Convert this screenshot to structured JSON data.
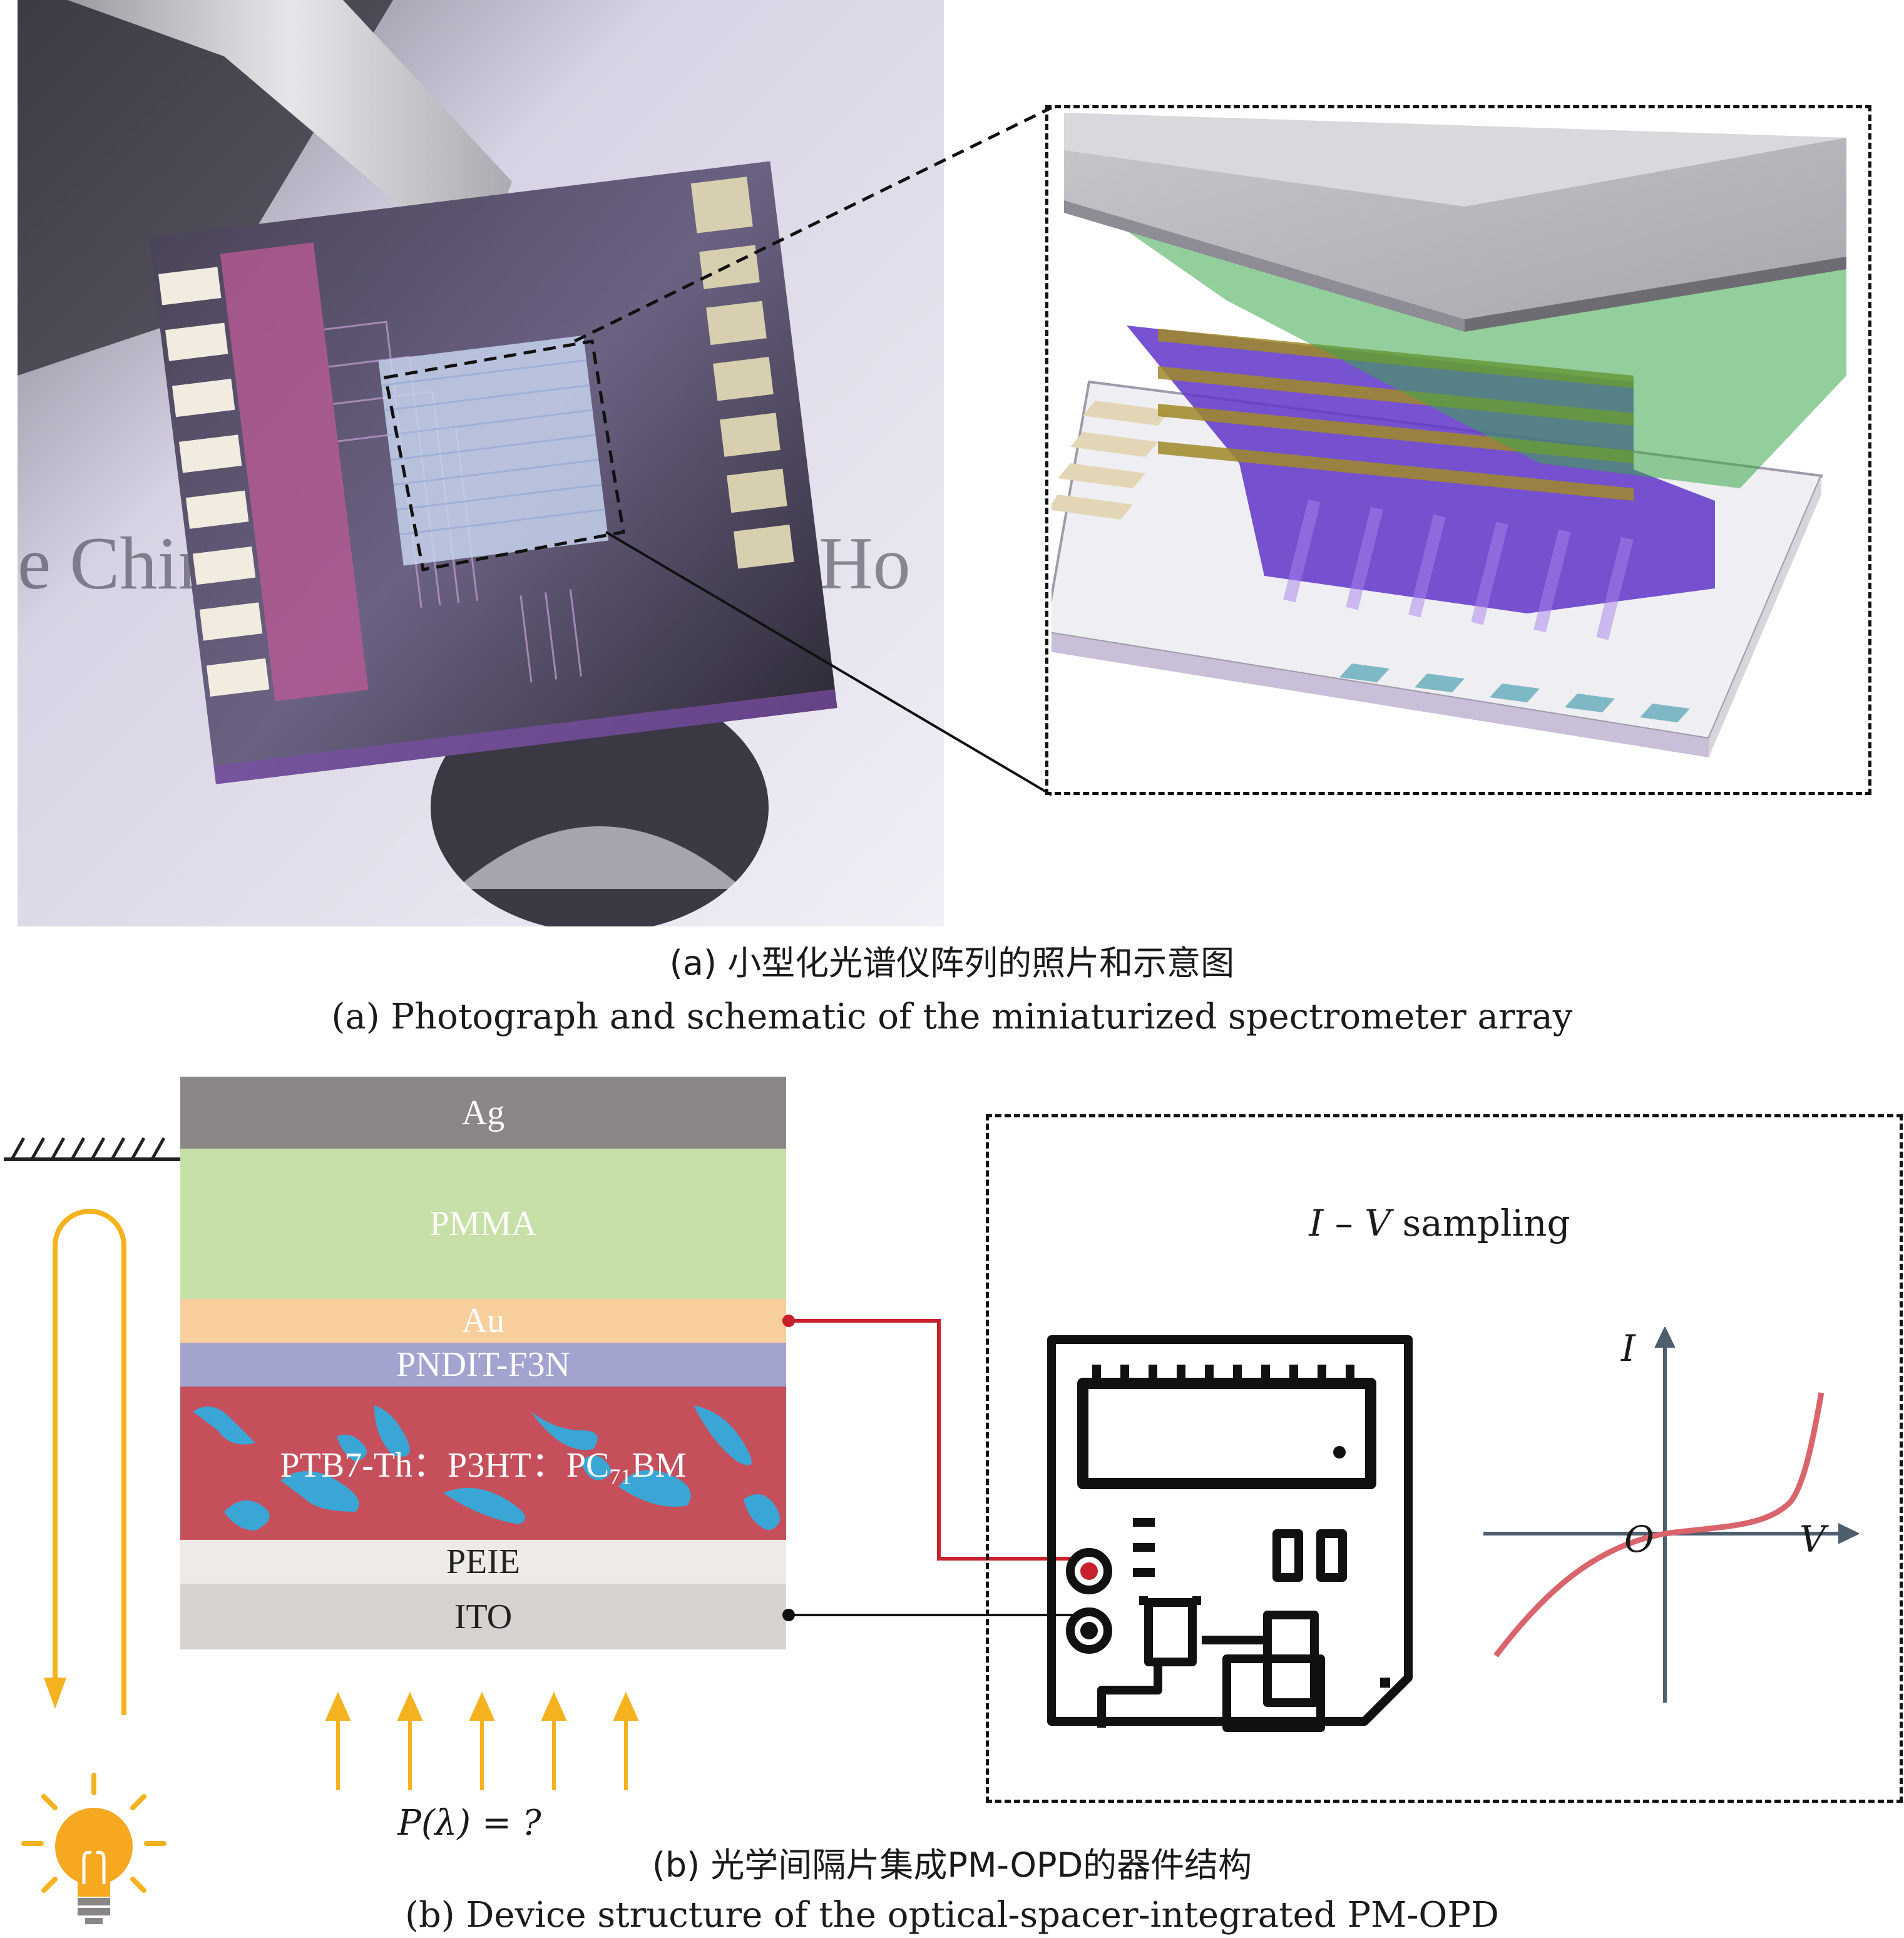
{
  "panel_a": {
    "caption_cn": "(a) 小型化光谱仪阵列的照片和示意图",
    "caption_en": "(a) Photograph and schematic of the miniaturized spectrometer array"
  },
  "panel_b": {
    "caption_cn": "(b) 光学间隔片集成PM-OPD的器件结构",
    "caption_en": "(b) Device structure of the optical-spacer-integrated PM-OPD",
    "layers": {
      "ag": "Ag",
      "pmma": "PMMA",
      "au": "Au",
      "pndit": "PNDIT-F3N",
      "active_a": "PTB7-Th：P3HT：PC",
      "active_sub": "71",
      "active_b": "BM",
      "peie": "PEIE",
      "ito": "ITO"
    },
    "sampling_label_i": "I",
    "sampling_label_dash": " – ",
    "sampling_label_v": "V",
    "sampling_label_rest": " sampling",
    "axis_i": "I",
    "axis_v": "V",
    "origin": "O",
    "power_label": "P(λ) = ?"
  },
  "colors": {
    "ag": "#8c8787",
    "pmma": "#c6e0a8",
    "au": "#f8cf9c",
    "pndit": "#a3a3cf",
    "active": "#c64f5c",
    "active_spot": "#3aa6d6",
    "peie": "#eeebe6",
    "ito": "#d6d2d0",
    "red_wire": "#c8202d",
    "arrow": "#f4b21e",
    "curve": "#d9646c"
  }
}
